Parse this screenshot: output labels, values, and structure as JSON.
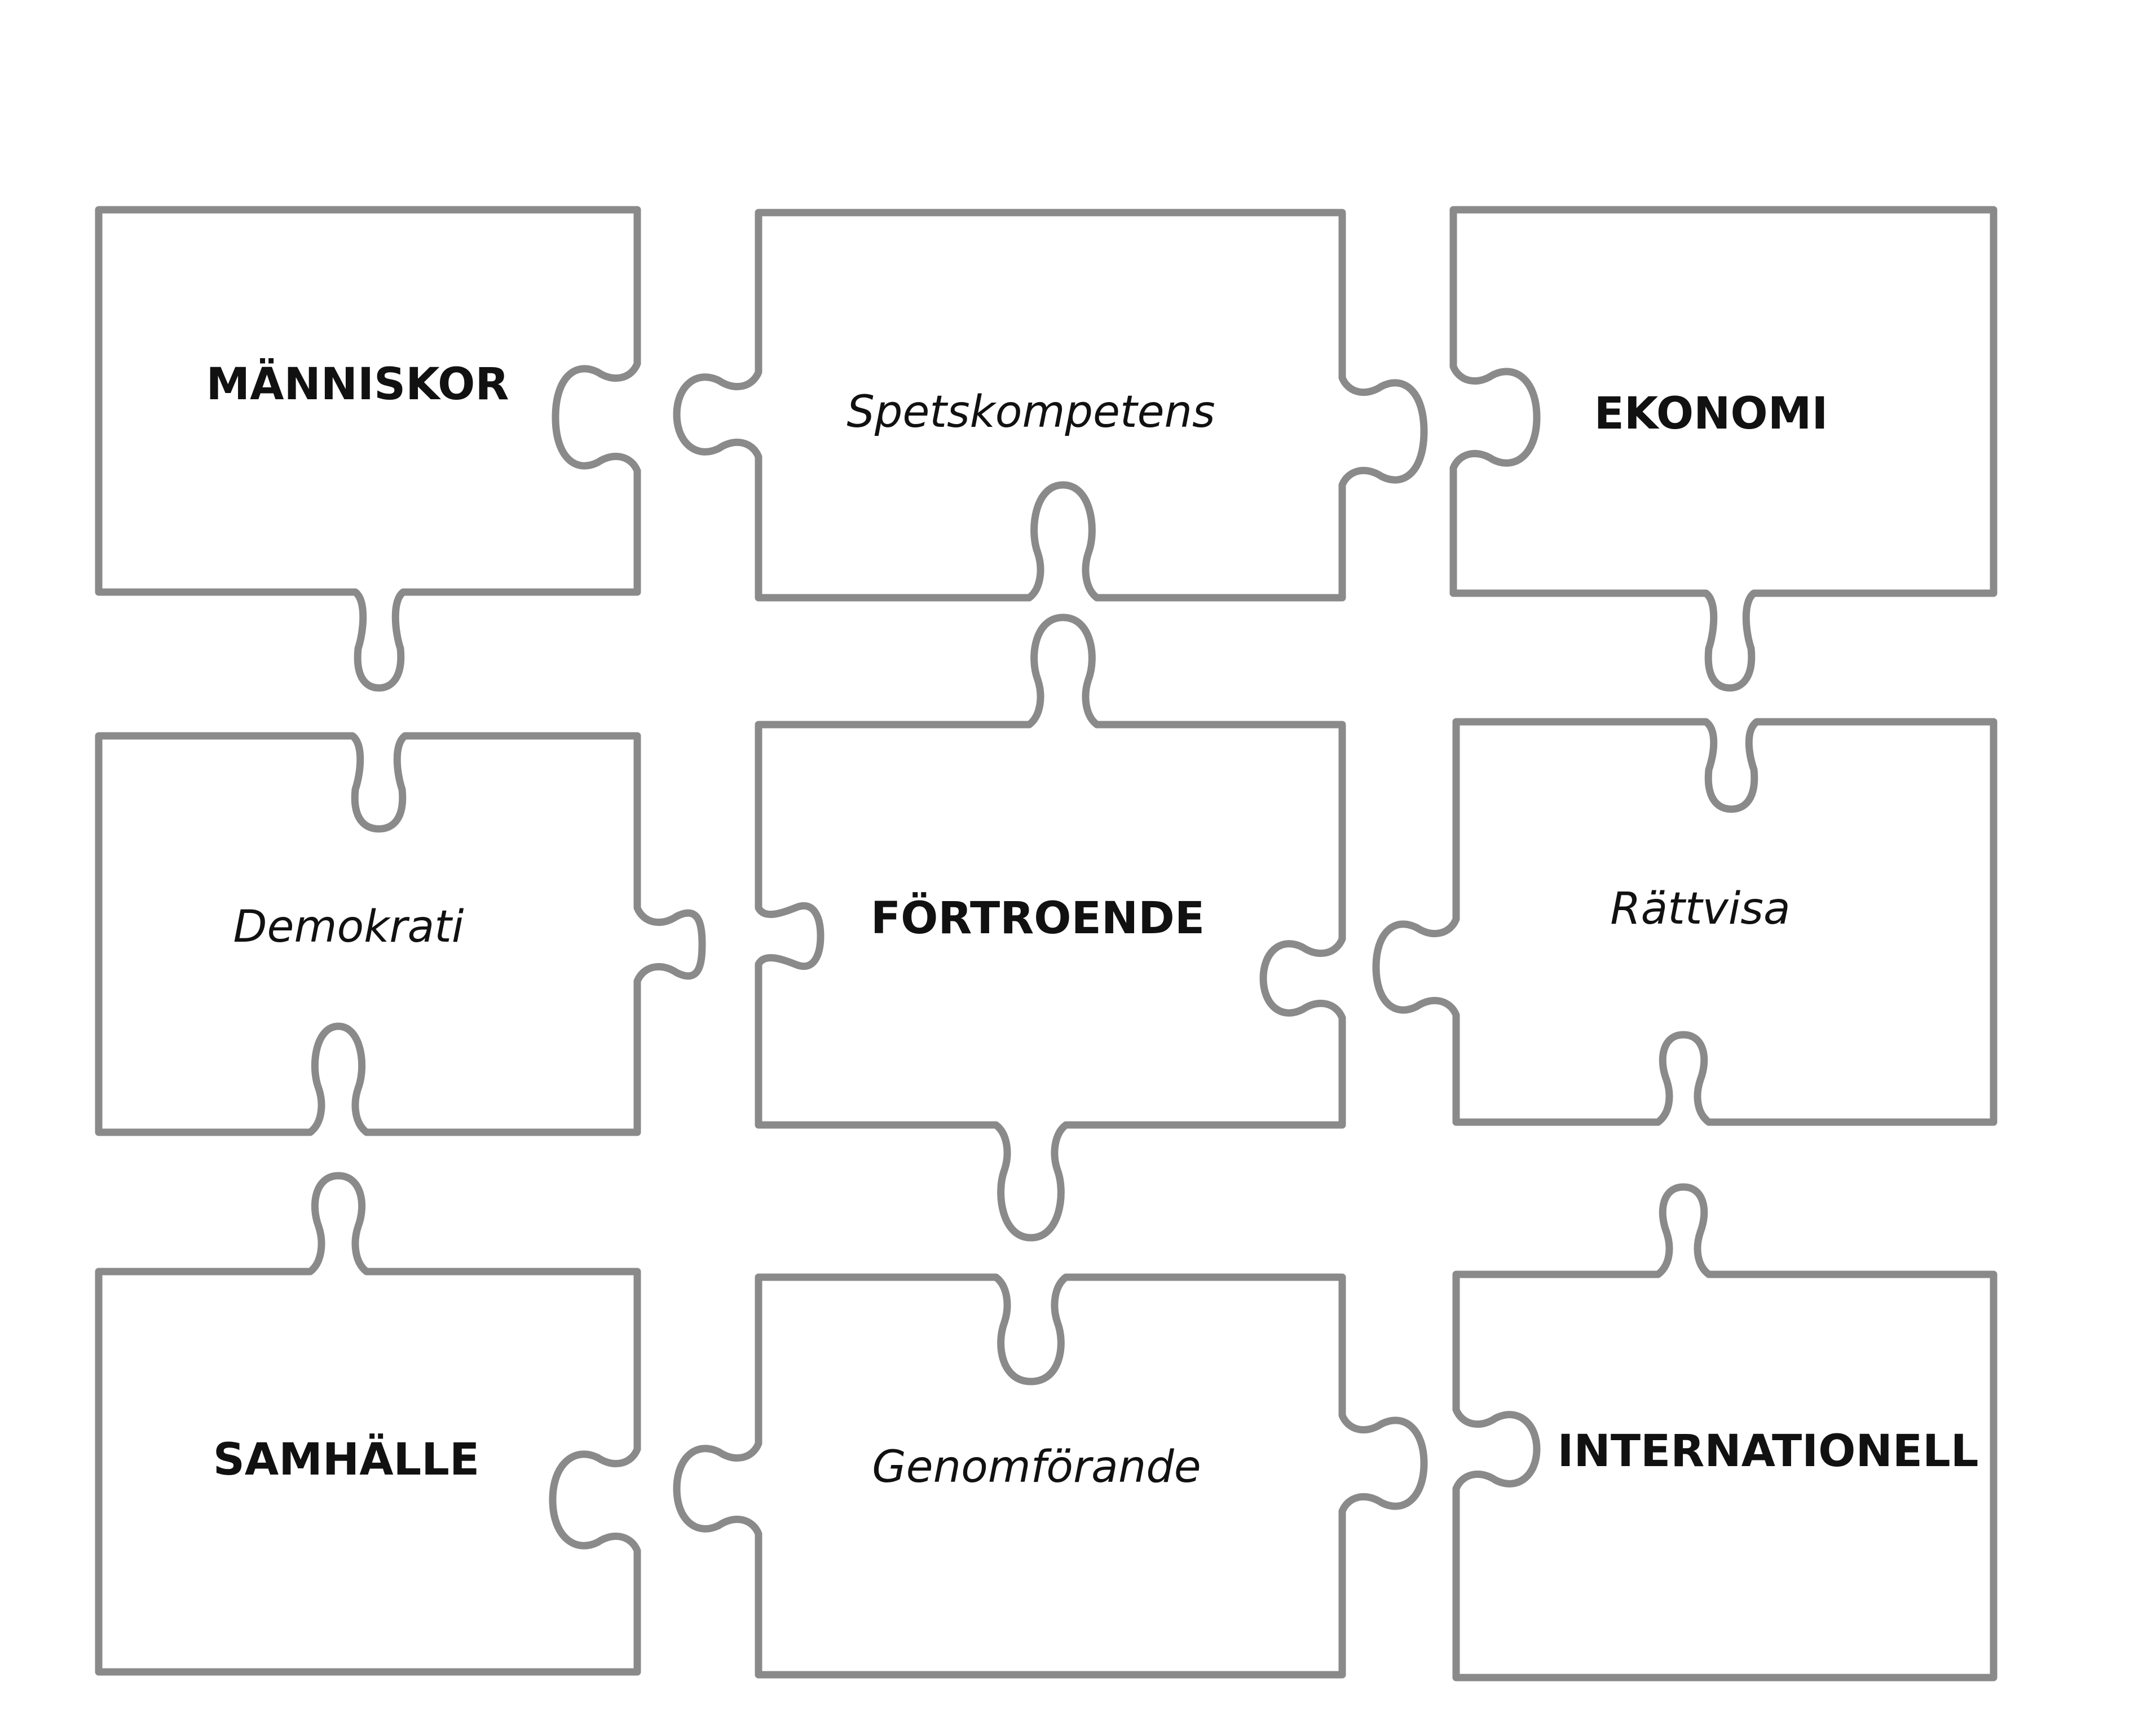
{
  "diagram": {
    "outline_color": "#8a8a8a",
    "background_color": "#ffffff",
    "text_color": "#111111",
    "pieces": [
      {
        "id": "manniskor",
        "label": "MÄNNISKOR",
        "style": "bold"
      },
      {
        "id": "spetskompetens",
        "label": "Spetskompetens",
        "style": "italic"
      },
      {
        "id": "ekonomi",
        "label": "EKONOMI",
        "style": "bold"
      },
      {
        "id": "demokrati",
        "label": "Demokrati",
        "style": "italic"
      },
      {
        "id": "fortroende",
        "label": "FÖRTROENDE",
        "style": "bold"
      },
      {
        "id": "rattvisa",
        "label": "Rättvisa",
        "style": "italic"
      },
      {
        "id": "samhalle",
        "label": "SAMHÄLLE",
        "style": "bold"
      },
      {
        "id": "genomforande",
        "label": "Genomförande",
        "style": "italic"
      },
      {
        "id": "internationell",
        "label": "INTERNATIONELL",
        "style": "bold"
      }
    ]
  }
}
